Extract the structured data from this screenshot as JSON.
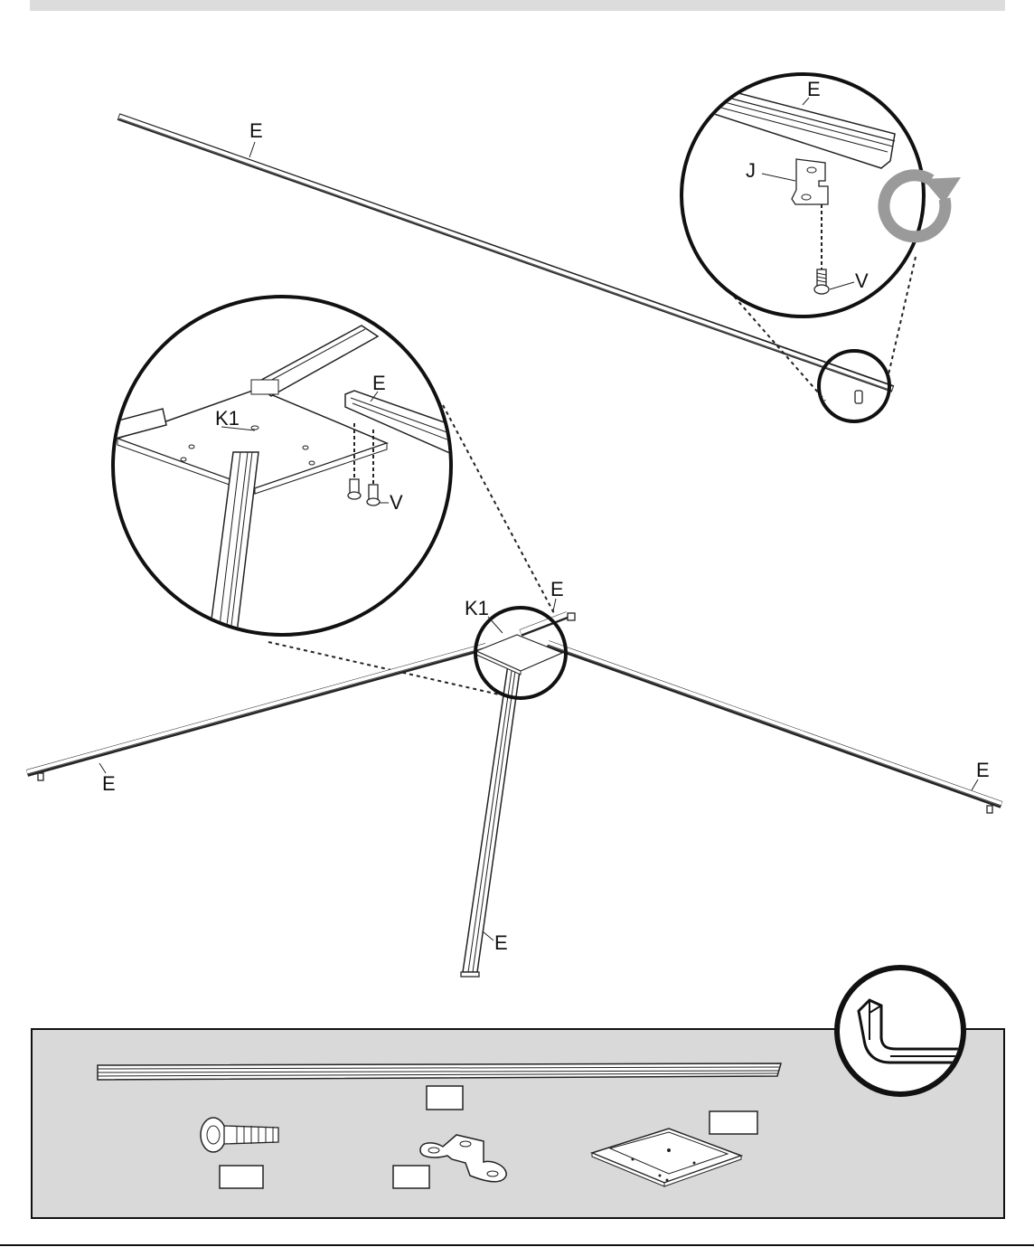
{
  "labels": {
    "e_top": "E",
    "e_zoom_right": "E",
    "j_zoom": "J",
    "v_zoom_right": "V",
    "e_zoom_left": "E",
    "k1_zoom": "K1",
    "v_zoom_left": "V",
    "e_center": "E",
    "k1_center": "K1",
    "e_left": "E",
    "e_right": "E",
    "e_bottom": "E"
  },
  "icons": {
    "rotate": "clockwise-rotate-arrow",
    "hex_key": "hex-key-tool"
  },
  "colors": {
    "parts_panel": "#d9d9d9",
    "rotate_arrow": "#999999",
    "line": "#222222"
  }
}
